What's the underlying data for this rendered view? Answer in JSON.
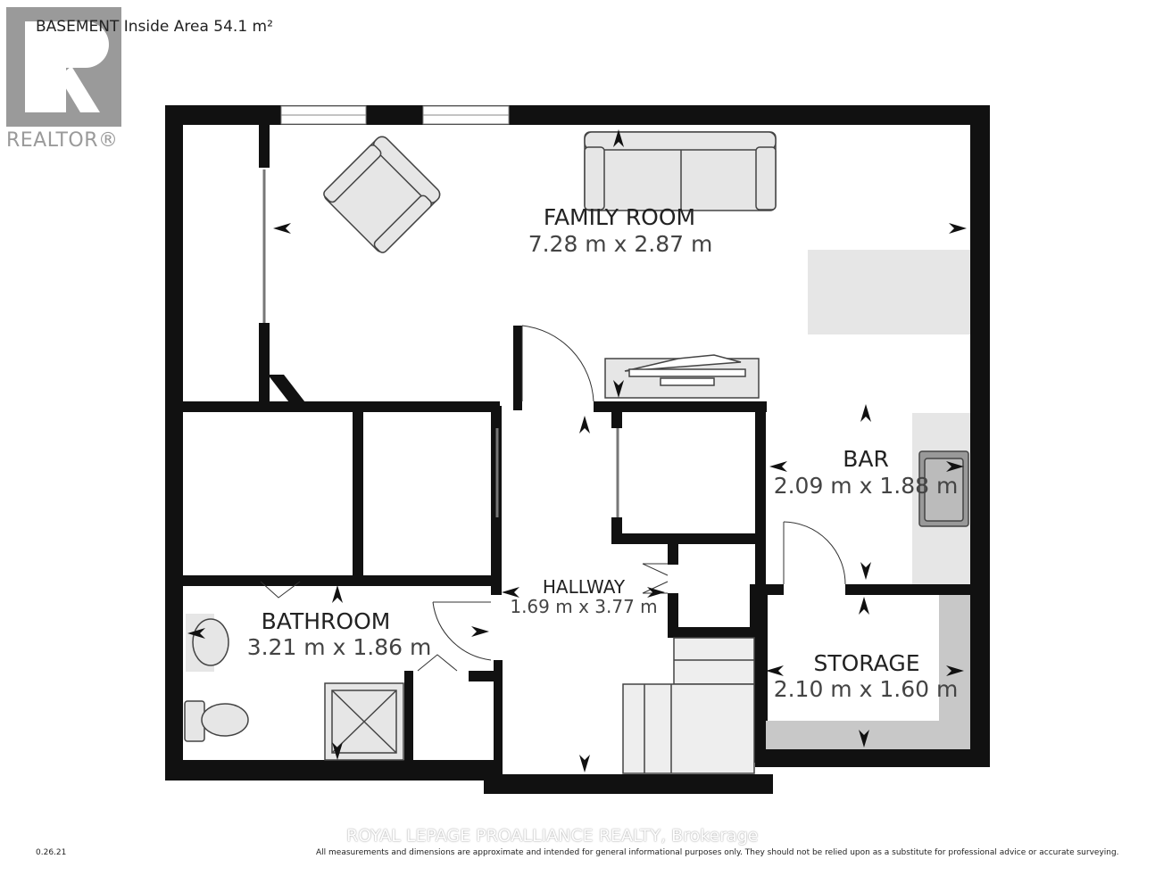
{
  "header": {
    "title": "BASEMENT Inside Area 54.1 m²",
    "logo_text": "REALTOR®"
  },
  "rooms": [
    {
      "name": "FAMILY ROOM",
      "dims": "7.28 m x 2.87 m"
    },
    {
      "name": "BAR",
      "dims": "2.09 m x 1.88 m"
    },
    {
      "name": "HALLWAY",
      "dims": "1.69 m x 3.77 m"
    },
    {
      "name": "BATHROOM",
      "dims": "3.21 m x 1.86 m"
    },
    {
      "name": "STORAGE",
      "dims": "2.10 m x 1.60 m"
    }
  ],
  "footer": {
    "version": "0.26.21",
    "disclaimer": "All measurements and dimensions are approximate and intended for general informational purposes only. They should not be relied upon as a substitute for professional advice or accurate surveying.",
    "brokerage": "ROYAL LEPAGE PROALLIANCE REALTY, Brokerage"
  },
  "colors": {
    "wall": "#111111",
    "furniture_fill": "#e6e6e6",
    "storage_shelf": "#c8c8c8"
  }
}
